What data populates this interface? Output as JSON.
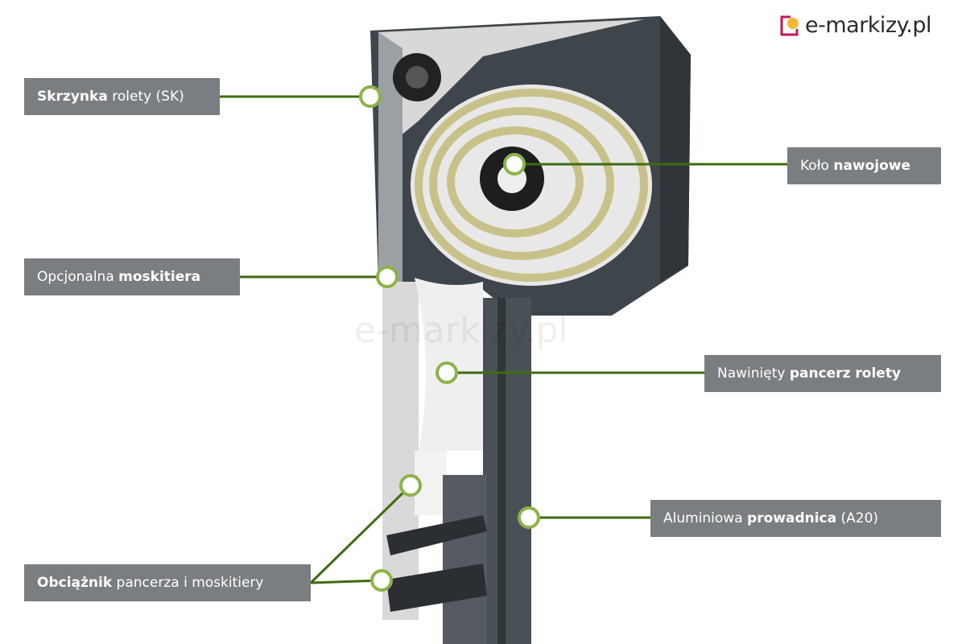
{
  "logo": {
    "text": "e-markizy.pl",
    "accent_pink": "#c2185b",
    "accent_yellow": "#f7b733"
  },
  "watermark": "e-markizy.pl",
  "colors": {
    "label_bg": "#7b7e81",
    "line": "#3d6b10",
    "housing": "#4b5257"
  },
  "labels": [
    {
      "bold": "Skrzynka",
      "rest": " rolety (SK)"
    },
    {
      "pre": "Koło ",
      "bold": "nawojowe"
    },
    {
      "pre": "Opcjonalna ",
      "bold": "moskitiera"
    },
    {
      "pre": "Nawinięty ",
      "bold": "pancerz rolety"
    },
    {
      "pre": "Aluminiowa ",
      "bold": "prowadnica",
      "rest": " (A20)"
    },
    {
      "bold": "Obciążnik",
      "rest": " pancerza i moskitiery"
    }
  ]
}
